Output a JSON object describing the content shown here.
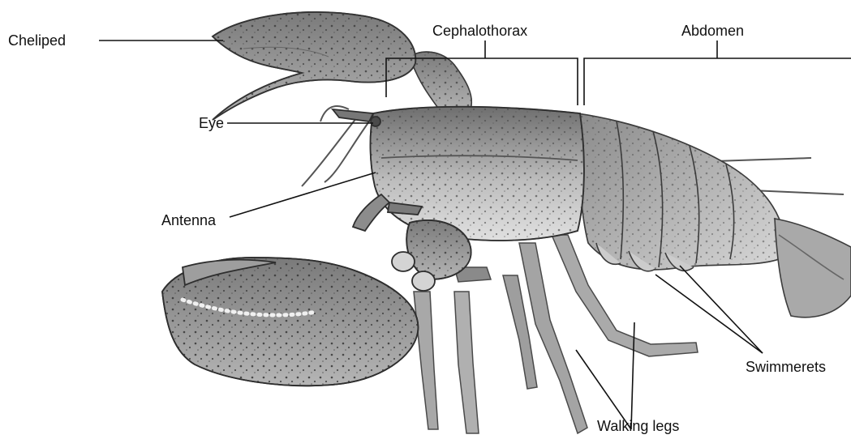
{
  "labels": {
    "cheliped": "Cheliped",
    "cephalothorax": "Cephalothorax",
    "abdomen": "Abdomen",
    "eye": "Eye",
    "antenna": "Antenna",
    "swimmerets": "Swimmerets",
    "walking_legs": "Walking legs"
  },
  "colors": {
    "leader_line": "#111111",
    "body_light": "#cfcfcf",
    "body_mid": "#9a9a9a",
    "body_dark": "#5a5a5a",
    "background": "#ffffff"
  }
}
